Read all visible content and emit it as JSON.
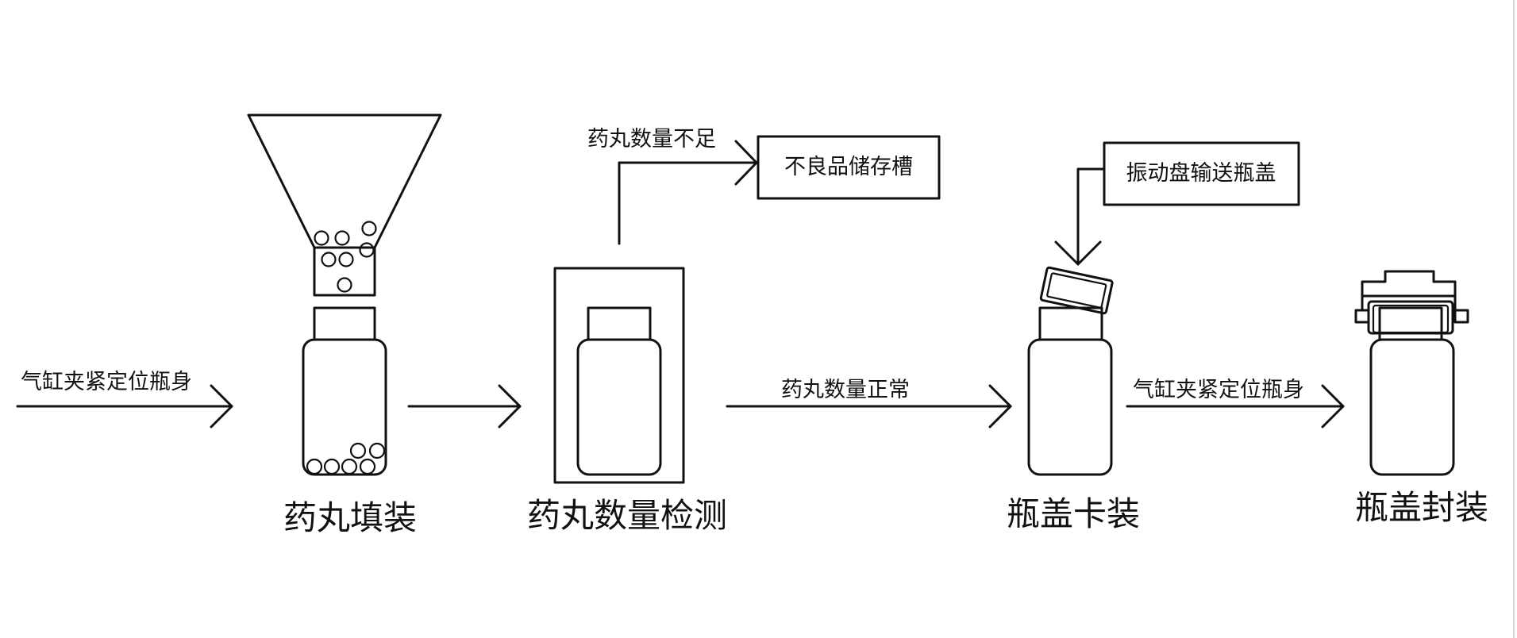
{
  "labels": {
    "clamp_in": "气缸夹紧定位瓶身",
    "insufficient": "药丸数量不足",
    "reject_tank": "不良品储存槽",
    "normal": "药丸数量正常",
    "cap_feeder": "振动盘输送瓶盖",
    "clamp_out": "气缸夹紧定位瓶身"
  },
  "stations": {
    "filling": "药丸填装",
    "detection": "药丸数量检测",
    "cap_fitting": "瓶盖卡装",
    "cap_sealing": "瓶盖封装"
  },
  "colors": {
    "stroke": "#111111",
    "background": "#ffffff",
    "right_edge": "#d8d8d8"
  }
}
